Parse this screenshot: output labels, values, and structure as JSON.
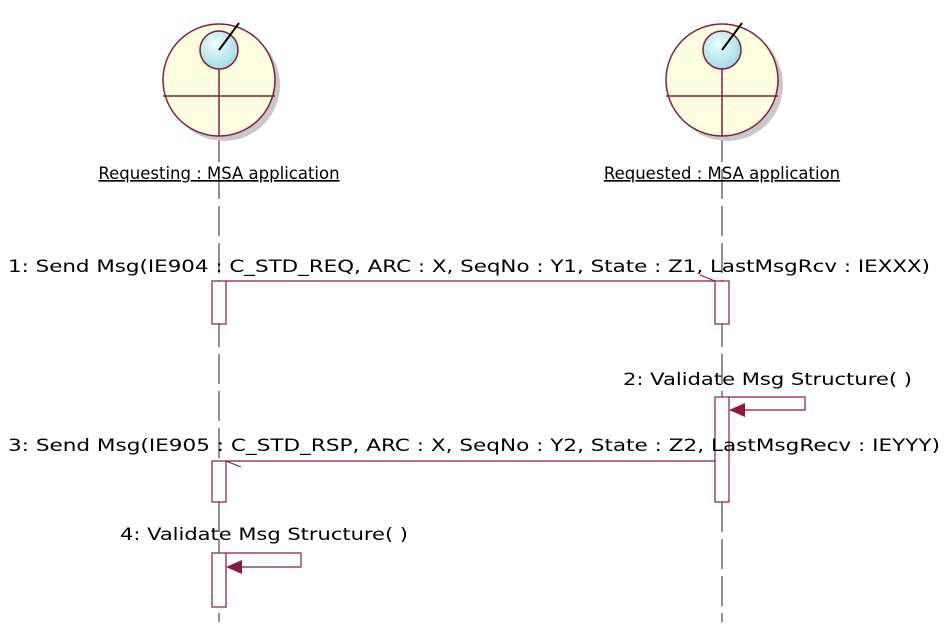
{
  "diagram": {
    "colors": {
      "line": "#8b1a3c",
      "actor_fill": "#fefee0",
      "lens_fill": "#b8e8f0",
      "shadow": "#c8c8c8",
      "lifeline": "#222222"
    },
    "objects": [
      {
        "id": "requesting",
        "name": "Requesting : MSA application",
        "icon": "boundary-actor-icon"
      },
      {
        "id": "requested",
        "name": "Requested : MSA application",
        "icon": "boundary-actor-icon"
      }
    ],
    "messages": [
      {
        "id": "msg1",
        "from": "requesting",
        "to": "requested",
        "text": "1: Send Msg(IE904 : C_STD_REQ, ARC : X, SeqNo : Y1, State : Z1, LastMsgRcv : IEXXX)"
      },
      {
        "id": "msg2",
        "from": "requested",
        "to": "requested",
        "text": "2: Validate Msg Structure( )"
      },
      {
        "id": "msg3",
        "from": "requested",
        "to": "requesting",
        "text": "3: Send Msg(IE905 : C_STD_RSP, ARC : X, SeqNo : Y2, State : Z2, LastMsgRecv : IEYYY)"
      },
      {
        "id": "msg4",
        "from": "requesting",
        "to": "requesting",
        "text": "4: Validate Msg Structure( )"
      }
    ]
  }
}
